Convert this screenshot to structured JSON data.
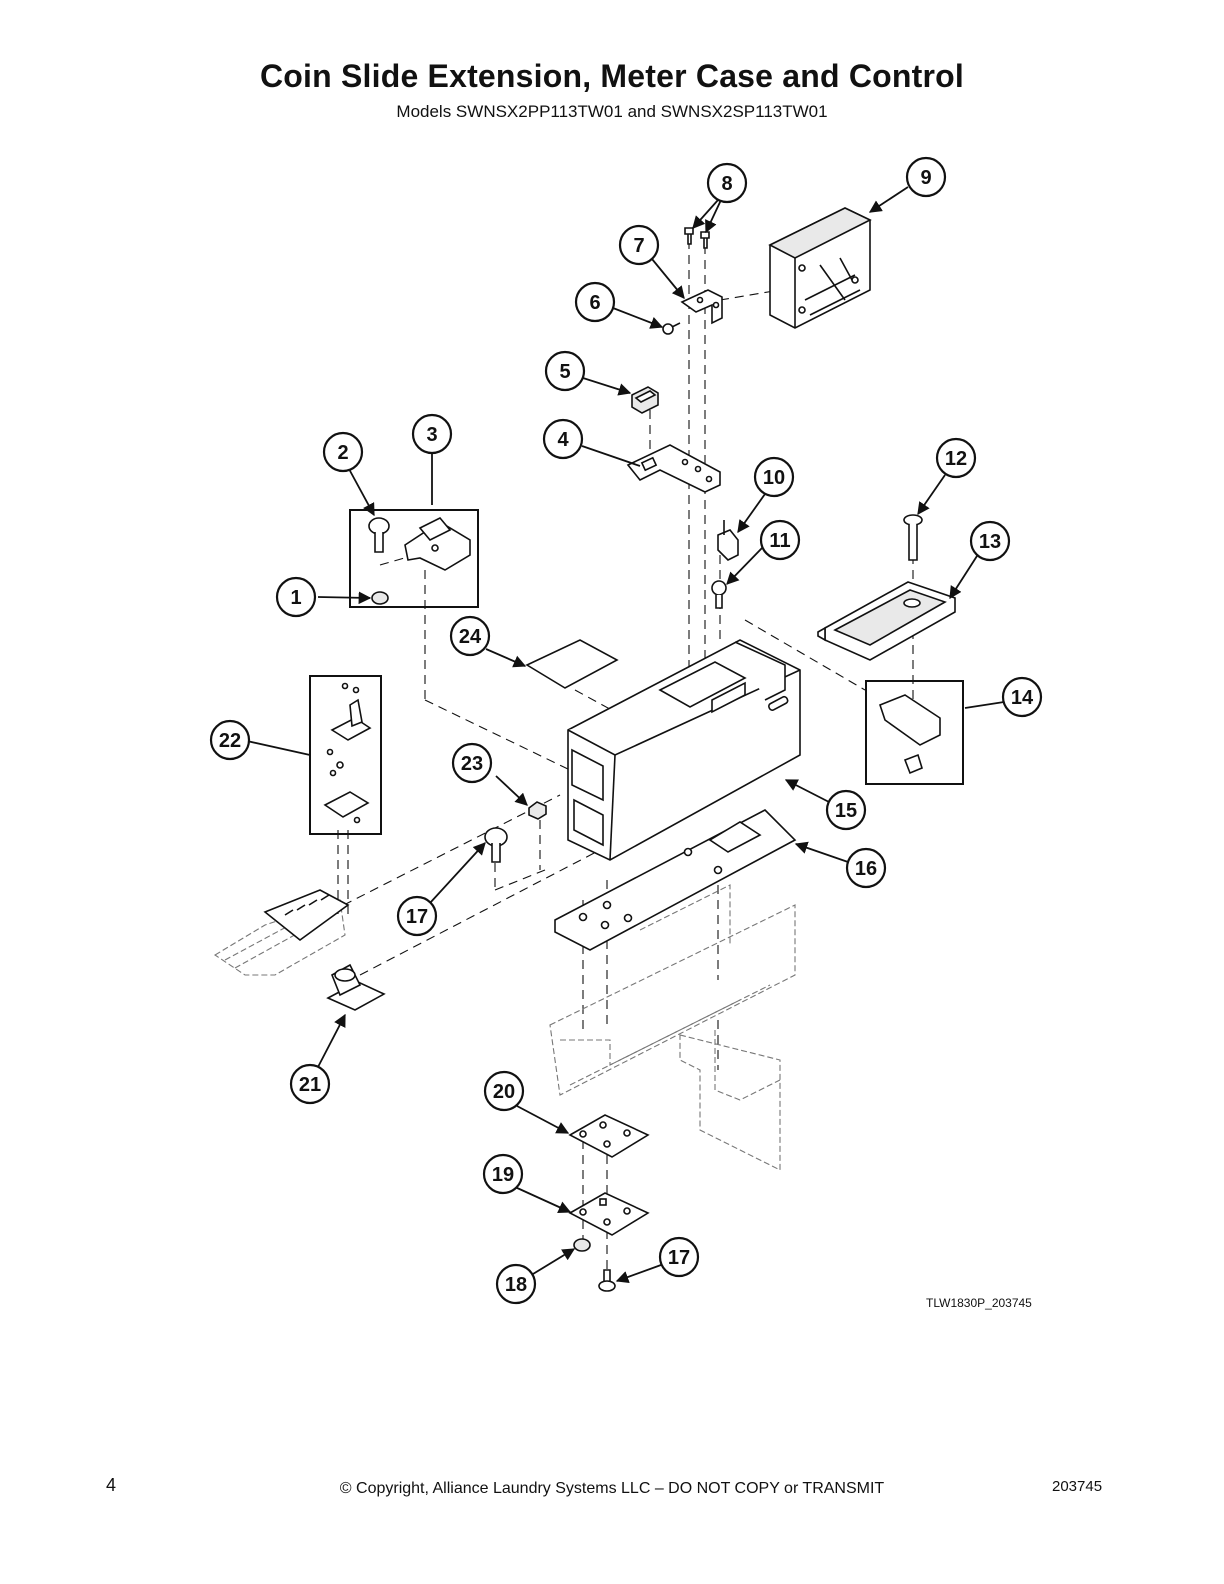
{
  "header": {
    "title": "Coin Slide Extension, Meter Case and Control",
    "subtitle": "Models SWNSX2PP113TW01 and SWNSX2SP113TW01"
  },
  "figure": {
    "reference": "TLW1830P_203745",
    "callouts": [
      "1",
      "2",
      "3",
      "4",
      "5",
      "6",
      "7",
      "8",
      "9",
      "10",
      "11",
      "12",
      "13",
      "14",
      "15",
      "16",
      "17",
      "17",
      "18",
      "19",
      "20",
      "21",
      "22",
      "23",
      "24"
    ]
  },
  "footer": {
    "page_number": "4",
    "copyright": "© Copyright, Alliance Laundry Systems LLC – DO NOT COPY or TRANSMIT",
    "doc_number": "203745"
  }
}
